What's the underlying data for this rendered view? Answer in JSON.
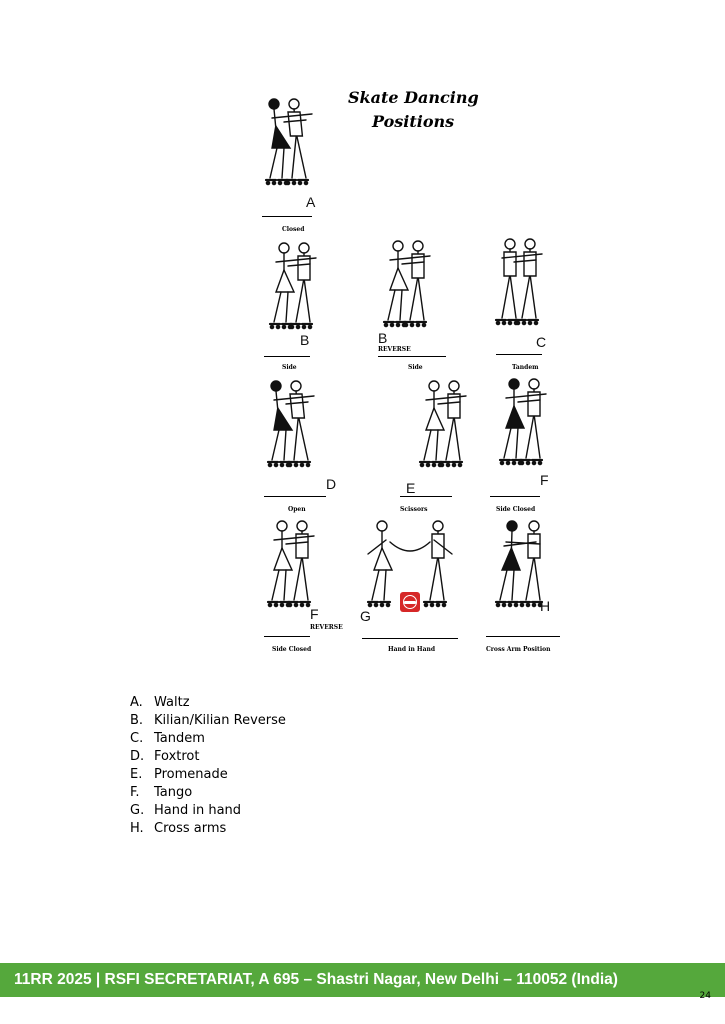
{
  "figure": {
    "title_line1": "Skate Dancing",
    "title_line2": "Positions",
    "panels": [
      {
        "letter": "A",
        "caption": "Closed",
        "tag": ""
      },
      {
        "letter": "B",
        "caption": "Side",
        "tag": ""
      },
      {
        "letter": "B",
        "caption": "Side",
        "tag": "REVERSE"
      },
      {
        "letter": "C",
        "caption": "Tandem",
        "tag": ""
      },
      {
        "letter": "D",
        "caption": "Open",
        "tag": ""
      },
      {
        "letter": "E",
        "caption": "Scissors",
        "tag": ""
      },
      {
        "letter": "F",
        "caption": "Side Closed",
        "tag": ""
      },
      {
        "letter": "F",
        "caption": "Side Closed",
        "tag": "REVERSE"
      },
      {
        "letter": "G",
        "caption": "Hand in Hand",
        "tag": ""
      },
      {
        "letter": "H",
        "caption": "Cross Arm Position",
        "tag": ""
      }
    ]
  },
  "legend": [
    {
      "key": "A.",
      "text": "Waltz"
    },
    {
      "key": "B.",
      "text": "Kilian/Kilian Reverse"
    },
    {
      "key": "C.",
      "text": "Tandem"
    },
    {
      "key": "D.",
      "text": "Foxtrot"
    },
    {
      "key": "E.",
      "text": "Promenade"
    },
    {
      "key": "F.",
      "text": "Tango"
    },
    {
      "key": "G.",
      "text": "Hand in hand"
    },
    {
      "key": "H.",
      "text": "Cross arms"
    }
  ],
  "footer": {
    "text": "11RR 2025 | RSFI SECRETARIAT, A 695 – Shastri Nagar, New Delhi – 110052 (India)",
    "color": "#55a83c"
  },
  "page_number": "24"
}
